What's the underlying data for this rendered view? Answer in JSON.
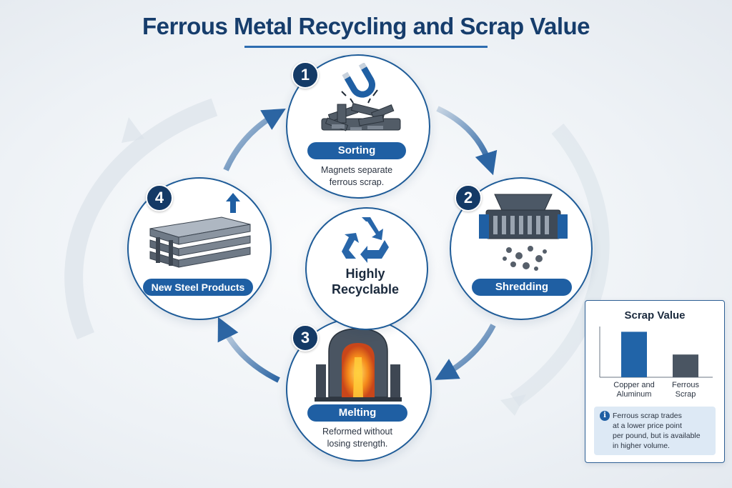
{
  "title": "Ferrous Metal Recycling and Scrap Value",
  "steps": [
    {
      "number": "1",
      "label": "Sorting",
      "description_line1": "Magnets separate",
      "description_line2": "ferrous scrap.",
      "icon": "magnet-icon"
    },
    {
      "number": "2",
      "label": "Shredding",
      "icon": "shredder-icon"
    },
    {
      "number": "3",
      "label": "Melting",
      "description_line1": "Reformed without",
      "description_line2": "losing strength.",
      "icon": "furnace-icon"
    },
    {
      "number": "4",
      "label": "New Steel Products",
      "icon": "steel-beams-icon"
    }
  ],
  "center": {
    "line1": "Highly",
    "line2": "Recyclable",
    "icon": "recycle-icon"
  },
  "scrap_value": {
    "title": "Scrap Value",
    "chart_data": {
      "type": "bar",
      "categories": [
        "Copper and Aluminum",
        "Ferrous Scrap"
      ],
      "category_lines": [
        [
          "Copper and",
          "Aluminum"
        ],
        [
          "Ferrous",
          "Scrap"
        ]
      ],
      "values": [
        1.0,
        0.5
      ],
      "colors": [
        "#2164a8",
        "#4a5562"
      ],
      "ylim": [
        0,
        1.1
      ],
      "grid": false,
      "legend": "none"
    },
    "note": {
      "line1": "Ferrous scrap trades",
      "line2": "at a lower price point",
      "line3": "per pound, but is available",
      "line4": "in higher volume."
    }
  },
  "colors": {
    "primary": "#1f5fa3",
    "navy": "#143a66",
    "accent_orange": "#f08a1c"
  }
}
